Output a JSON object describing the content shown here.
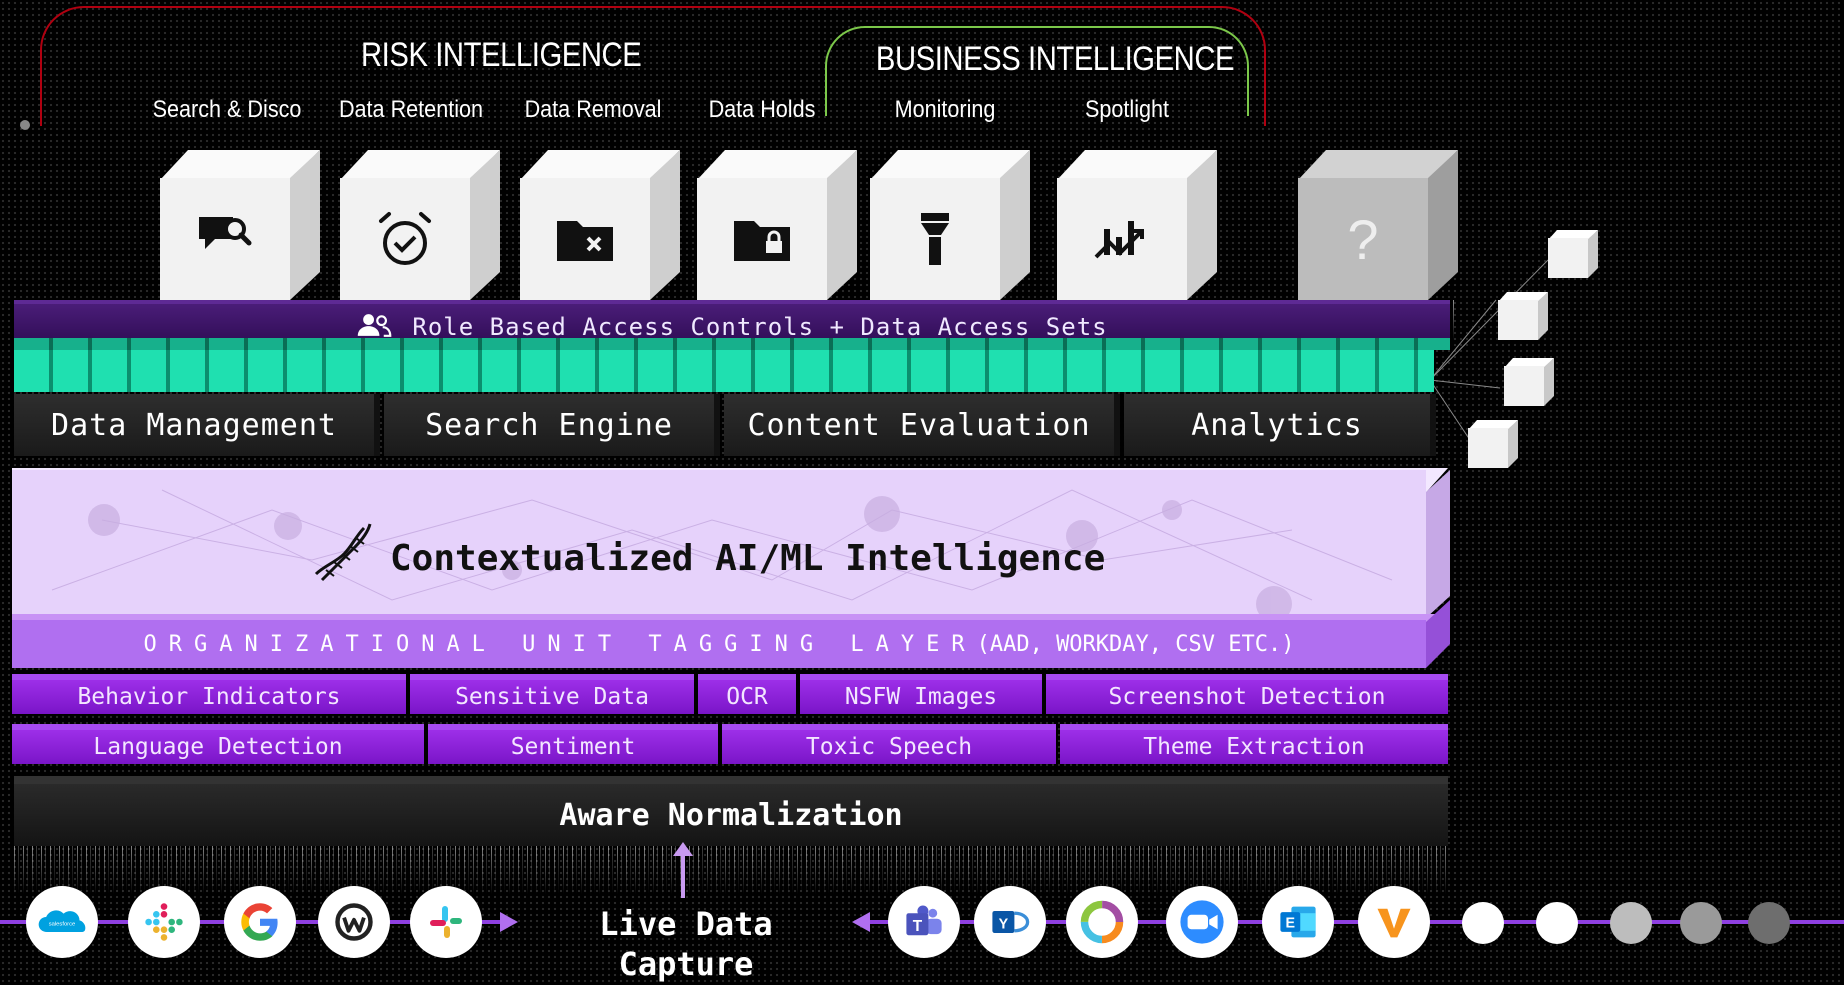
{
  "groups": {
    "risk": "RISK INTELLIGENCE",
    "business": "BUSINESS INTELLIGENCE"
  },
  "modules": [
    {
      "label": "Search & Disco",
      "icon": "search-chat-icon"
    },
    {
      "label": "Data Retention",
      "icon": "alarm-clock-icon"
    },
    {
      "label": "Data Removal",
      "icon": "folder-delete-icon"
    },
    {
      "label": "Data Holds",
      "icon": "folder-lock-icon"
    },
    {
      "label": "Monitoring",
      "icon": "flashlight-icon"
    },
    {
      "label": "Spotlight",
      "icon": "trend-chart-icon"
    },
    {
      "label": "?",
      "icon": "question-icon"
    }
  ],
  "rbac": "Role Based Access Controls + Data Access Sets",
  "engines": [
    "Data Management",
    "Search Engine",
    "Content Evaluation",
    "Analytics"
  ],
  "ai": "Contextualized AI/ML Intelligence",
  "org": {
    "spaced": "ORGANIZATIONAL UNIT TAGGING LAYER",
    "suffix": "(AAD, WORKDAY, CSV ETC.)"
  },
  "features_row1": [
    "Behavior Indicators",
    "Sensitive Data",
    "OCR",
    "NSFW Images",
    "Screenshot Detection"
  ],
  "features_row2": [
    "Language Detection",
    "Sentiment",
    "Toxic Speech",
    "Theme Extraction"
  ],
  "normalization": "Aware Normalization",
  "capture": {
    "line1": "Live Data",
    "line2": "Capture"
  },
  "sources_left": [
    "salesforce",
    "slack-dots",
    "google",
    "workplace",
    "slack"
  ],
  "sources_right": [
    "teams",
    "yammer",
    "webex",
    "zoom",
    "exchange",
    "veeva"
  ],
  "colors": {
    "rbac": "#3d1468",
    "teal": "#1fe0b0",
    "ai": "#e6d2fb",
    "org": "#b06ff0",
    "chip": "#8a22d8",
    "arch_red": "#b00010",
    "arch_green": "#7cc84a"
  }
}
